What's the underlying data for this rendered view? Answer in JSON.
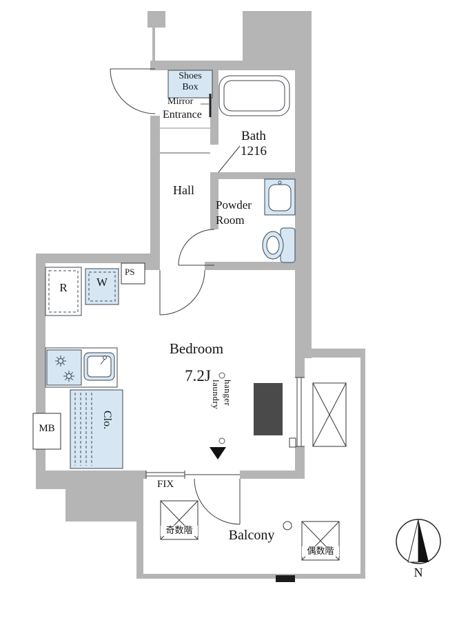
{
  "colors": {
    "wall_gray": "#b5b5b5",
    "fixture_blue": "#d6e7f3",
    "line_dark": "#3c4650",
    "accent_black": "#111111"
  },
  "rooms": {
    "shoes_box": "Shoes\nBox",
    "mirror": "Mirror",
    "entrance": "Entrance",
    "bath": "Bath\n1216",
    "hall": "Hall",
    "powder_room": "Powder\nRoom",
    "pipe_space": "PS",
    "refrigerator": "R",
    "washer": "W",
    "bedroom": "Bedroom",
    "bedroom_size": "7.2J",
    "laundry_hanger": "laundry\nhanger",
    "closet": "Clo.",
    "meter_box": "MB",
    "fix_window": "FIX",
    "balcony": "Balcony",
    "hatch_odd_floors": "奇数階",
    "hatch_even_floors": "偶数階",
    "north": "N"
  }
}
